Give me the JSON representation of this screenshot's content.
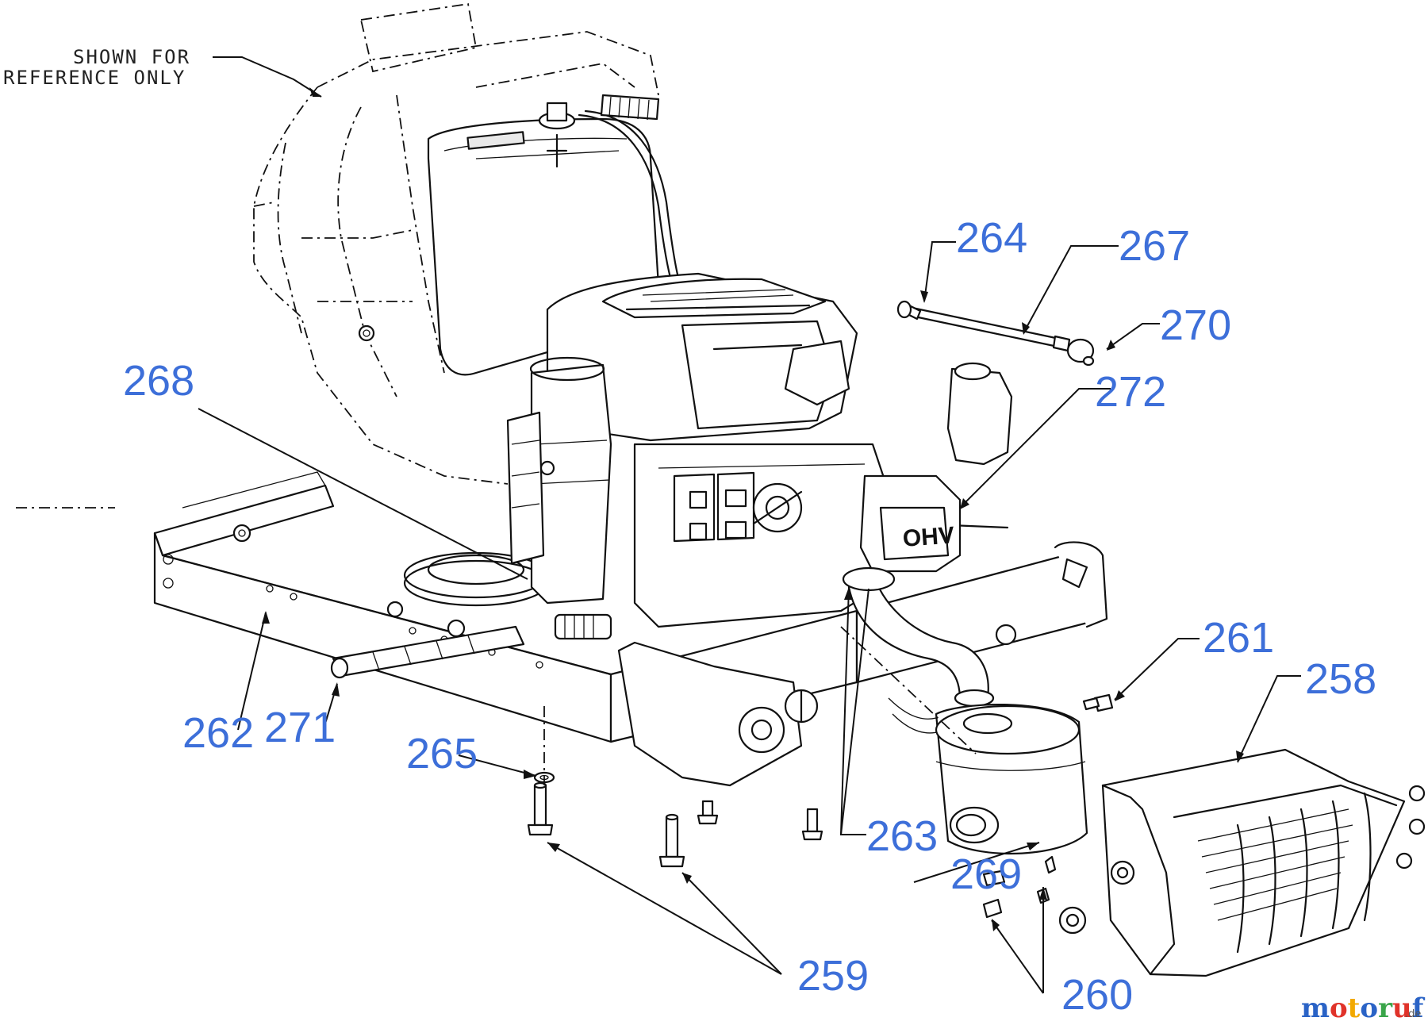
{
  "reference_note": {
    "line1": "SHOWN FOR",
    "line2": "REFERENCE ONLY"
  },
  "callouts": [
    {
      "id": "258",
      "text": "258"
    },
    {
      "id": "259",
      "text": "259"
    },
    {
      "id": "260",
      "text": "260"
    },
    {
      "id": "261",
      "text": "261"
    },
    {
      "id": "262",
      "text": "262"
    },
    {
      "id": "263",
      "text": "263"
    },
    {
      "id": "264",
      "text": "264"
    },
    {
      "id": "265",
      "text": "265"
    },
    {
      "id": "267",
      "text": "267"
    },
    {
      "id": "268",
      "text": "268"
    },
    {
      "id": "269",
      "text": "269"
    },
    {
      "id": "270",
      "text": "270"
    },
    {
      "id": "271",
      "text": "271"
    },
    {
      "id": "272",
      "text": "272"
    }
  ],
  "engine_badge": "OHV",
  "watermark": {
    "main": "motoruf",
    "suffix": ".de",
    "colors": [
      "#2a63c6",
      "#e0332a",
      "#f2a900",
      "#2a63c6",
      "#3aa54a",
      "#e0332a",
      "#2a63c6"
    ]
  },
  "colors": {
    "callout": "#3d6fd9",
    "linework": "#111111",
    "background": "#ffffff"
  }
}
